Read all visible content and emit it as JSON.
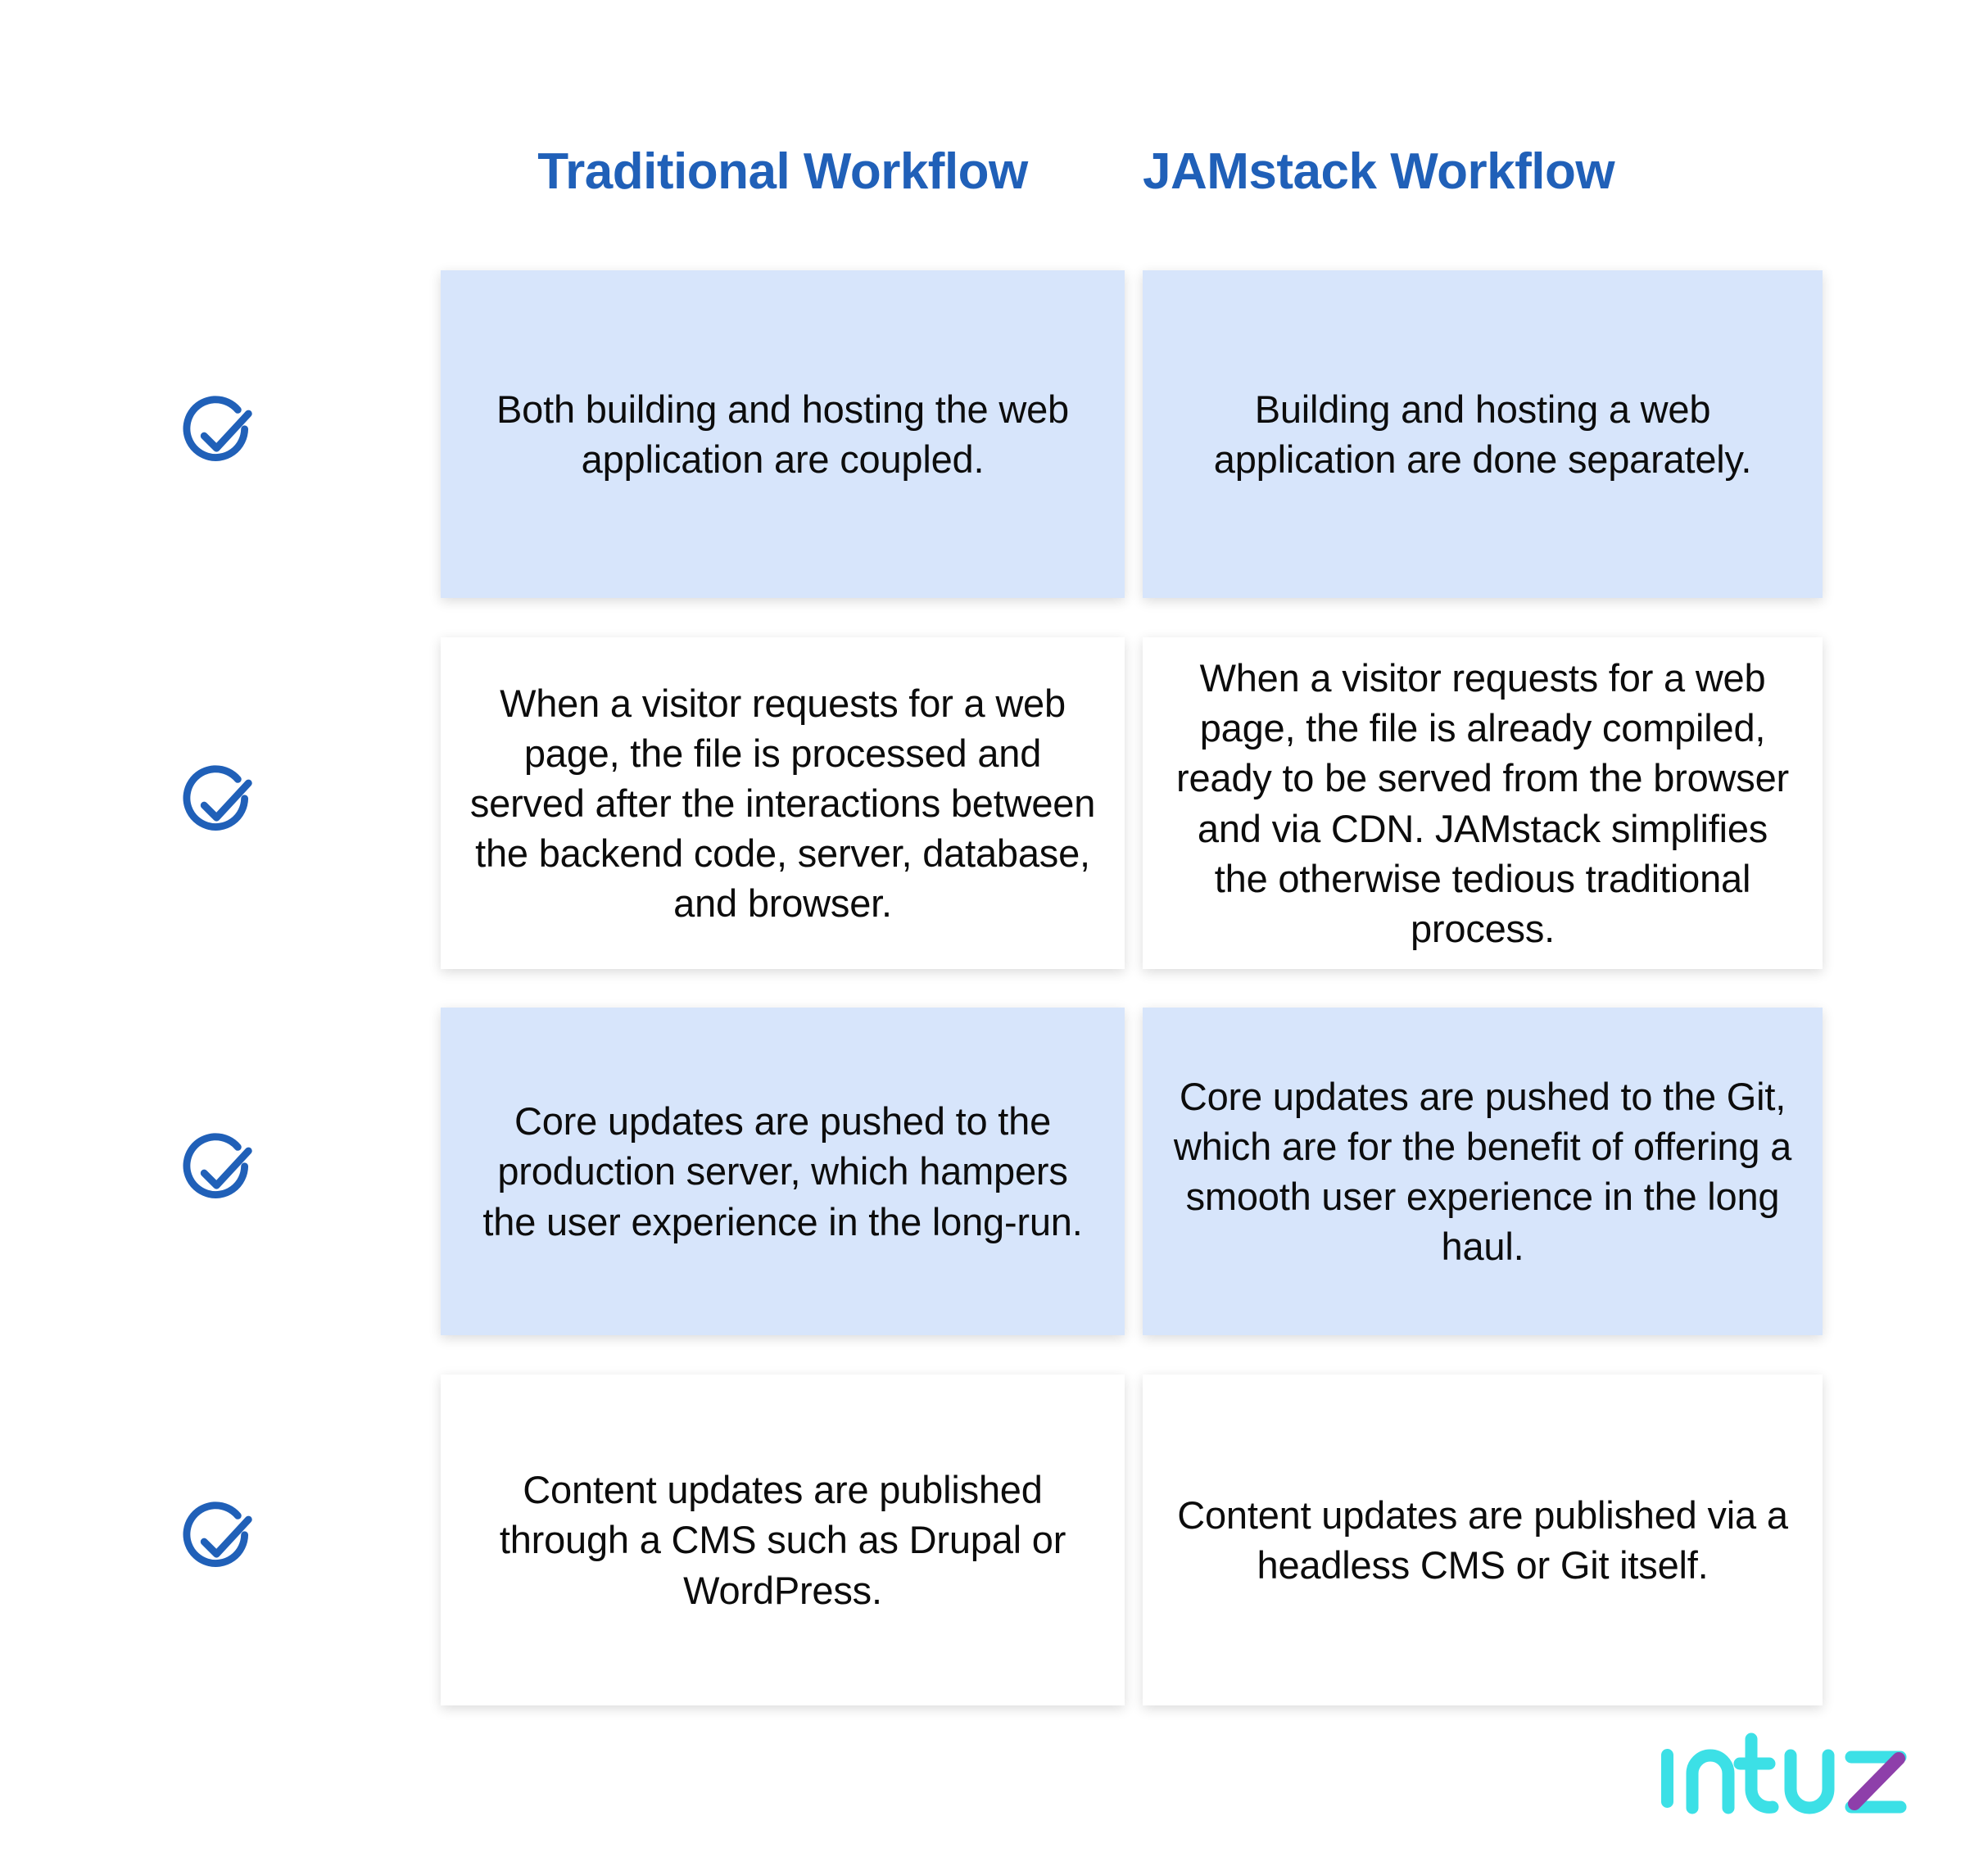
{
  "columns": {
    "left_title": "Traditional Workflow",
    "right_title": "JAMstack Workflow"
  },
  "colors": {
    "heading_blue": "#2060b8",
    "card_tint": "#d7e5fb",
    "card_plain": "#ffffff",
    "check_icon": "#2060b8",
    "body_text": "#0c0c0c",
    "logo_cyan": "#3ce0e6",
    "logo_purple": "#8e3faa",
    "page_background": "#ffffff"
  },
  "rows": [
    {
      "icon": "check-circle-icon",
      "tinted": true,
      "left": "Both building and hosting the web application are coupled.",
      "right": "Building and hosting a web application are done separately."
    },
    {
      "icon": "check-circle-icon",
      "tinted": false,
      "left": "When a visitor requests for a web page, the file is processed and served after the interactions between the backend code, server, database, and browser.",
      "right": "When a visitor requests for a web page, the file is already compiled, ready to be served from the browser and via CDN. JAMstack simplifies the otherwise tedious traditional process."
    },
    {
      "icon": "check-circle-icon",
      "tinted": true,
      "left": "Core updates are pushed to the production server, which hampers the user experience in the long-run.",
      "right": "Core updates are pushed to the Git, which are for the benefit of offering a smooth user experience in the long haul."
    },
    {
      "icon": "check-circle-icon",
      "tinted": false,
      "left": "Content updates are published through a CMS such as Drupal or WordPress.",
      "right": "Content updates are published via a headless CMS or Git itself."
    }
  ],
  "logo": {
    "name": "intuz-logo",
    "text": "intuz"
  }
}
